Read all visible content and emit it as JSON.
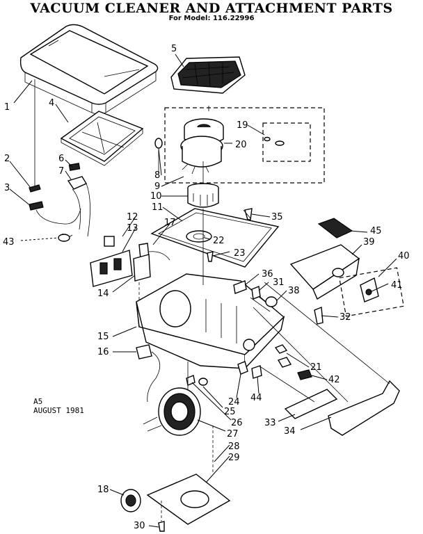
{
  "title": "VACUUM CLEANER AND ATTACHMENT PARTS",
  "subtitle": "For Model: 116.22996",
  "note_code": "A5",
  "note_date": "AUGUST 1981",
  "callouts": [
    "1",
    "2",
    "3",
    "4",
    "5",
    "6",
    "7",
    "8",
    "9",
    "10",
    "11",
    "12",
    "13",
    "14",
    "15",
    "16",
    "17",
    "18",
    "19",
    "20",
    "21",
    "22",
    "23",
    "24",
    "25",
    "26",
    "27",
    "28",
    "29",
    "30",
    "31",
    "32",
    "33",
    "34",
    "35",
    "36",
    "38",
    "39",
    "40",
    "41",
    "42",
    "43",
    "44",
    "45"
  ]
}
